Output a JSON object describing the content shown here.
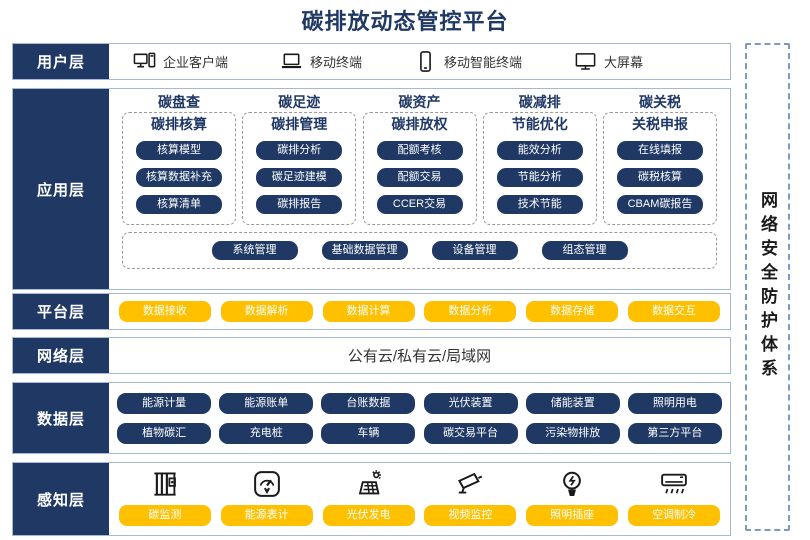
{
  "title": "碳排放动态管控平台",
  "security_panel": {
    "label": "网络安全防护体系"
  },
  "colors": {
    "navy": "#1f3864",
    "yellow": "#ffc000",
    "row_border": "#a6b8d4",
    "dashed_gray": "#9a9a9a",
    "security_dashed": "#7f9ac0"
  },
  "layers": {
    "user": {
      "label": "用户层",
      "items": [
        {
          "icon": "desktop-pc-icon",
          "label": "企业客户端"
        },
        {
          "icon": "laptop-icon",
          "label": "移动终端"
        },
        {
          "icon": "smartphone-icon",
          "label": "移动智能终端"
        },
        {
          "icon": "monitor-icon",
          "label": "大屏幕"
        }
      ]
    },
    "application": {
      "label": "应用层",
      "columns": [
        {
          "header": "碳盘查",
          "subtitle": "碳排核算",
          "items": [
            "核算模型",
            "核算数据补充",
            "核算清单"
          ]
        },
        {
          "header": "碳足迹",
          "subtitle": "碳排管理",
          "items": [
            "碳排分析",
            "碳足迹建模",
            "碳排报告"
          ]
        },
        {
          "header": "碳资产",
          "subtitle": "碳排放权",
          "items": [
            "配额考核",
            "配额交易",
            "CCER交易"
          ]
        },
        {
          "header": "碳减排",
          "subtitle": "节能优化",
          "items": [
            "能效分析",
            "节能分析",
            "技术节能"
          ]
        },
        {
          "header": "碳关税",
          "subtitle": "关税申报",
          "items": [
            "在线填报",
            "碳税核算",
            "CBAM碳报告"
          ]
        }
      ],
      "common_items": [
        "系统管理",
        "基础数据管理",
        "设备管理",
        "组态管理"
      ]
    },
    "platform": {
      "label": "平台层",
      "items": [
        "数据接收",
        "数据解析",
        "数据计算",
        "数据分析",
        "数据存储",
        "数据交互"
      ]
    },
    "network": {
      "label": "网络层",
      "content": "公有云/私有云/局域网"
    },
    "data": {
      "label": "数据层",
      "rows": [
        [
          "能源计量",
          "能源账单",
          "台账数据",
          "光伏装置",
          "储能装置",
          "照明用电"
        ],
        [
          "植物碳汇",
          "充电桩",
          "车辆",
          "碳交易平台",
          "污染物排放",
          "第三方平台"
        ]
      ]
    },
    "perception": {
      "label": "感知层",
      "items": [
        {
          "icon": "carbon-monitor-icon",
          "label": "碳监测"
        },
        {
          "icon": "energy-meter-icon",
          "label": "能源表计"
        },
        {
          "icon": "solar-panel-icon",
          "label": "光伏发电"
        },
        {
          "icon": "cctv-camera-icon",
          "label": "视频监控"
        },
        {
          "icon": "light-bulb-icon",
          "label": "照明插座"
        },
        {
          "icon": "air-conditioner-icon",
          "label": "空调制冷"
        }
      ]
    }
  }
}
